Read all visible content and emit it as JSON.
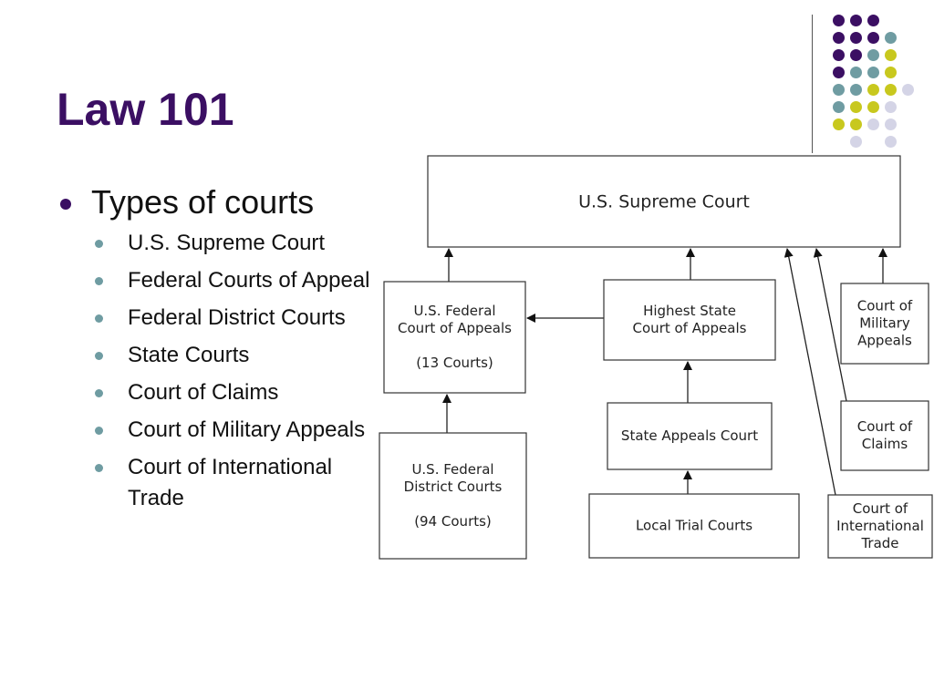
{
  "slide": {
    "title": "Law 101",
    "bullet_main": "Types of courts",
    "sub_bullets": [
      "U.S. Supreme Court",
      "Federal Courts of Appeal",
      "Federal District Courts",
      "State Courts",
      "Court of Claims",
      "Court of Military Appeals",
      "Court of International Trade"
    ]
  },
  "diagram": {
    "nodes": {
      "supreme": [
        "U.S. Supreme Court"
      ],
      "federal_appeals": [
        "U.S. Federal",
        "Court of Appeals",
        "",
        "(13 Courts)"
      ],
      "highest_state": [
        "Highest State",
        "Court of Appeals"
      ],
      "military": [
        "Court of",
        "Military",
        "Appeals"
      ],
      "claims": [
        "Court of",
        "Claims"
      ],
      "state_appeals": [
        "State Appeals Court"
      ],
      "federal_district": [
        "U.S. Federal",
        "District Courts",
        "",
        "(94 Courts)"
      ],
      "local_trial": [
        "Local Trial Courts"
      ],
      "intl_trade": [
        "Court of",
        "International",
        "Trade"
      ]
    }
  },
  "colors": {
    "title": "#3b0f63",
    "dot_purple": "#3b0f63",
    "dot_teal": "#6f9ca2",
    "dot_lime": "#c8c81e",
    "dot_lavender": "#d4d4e6"
  }
}
